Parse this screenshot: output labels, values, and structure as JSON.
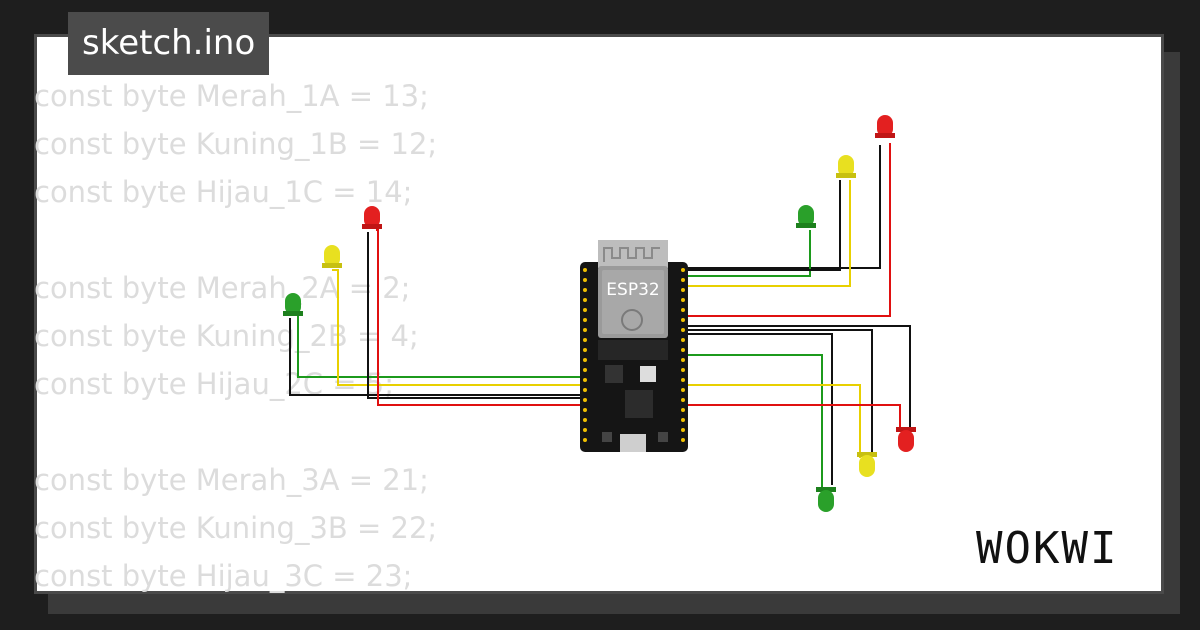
{
  "file_tab": {
    "label": "sketch.ino"
  },
  "code_lines": [
    "const byte Merah_1A = 13;",
    "const byte Kuning_1B = 12;",
    "const byte Hijau_1C = 14;",
    "",
    "const byte Merah_2A = 2;",
    "const byte Kuning_2B = 4;",
    "const byte Hijau_2C = 5;",
    "",
    "const byte Merah_3A = 21;",
    "const byte Kuning_3B = 22;",
    "const byte Hijau_3C = 23;"
  ],
  "board": {
    "label": "ESP32"
  },
  "brand": {
    "logo_text": "WOKWI"
  },
  "colors": {
    "led_red": "#e32020",
    "led_yellow": "#e8e020",
    "led_green": "#2aa02a",
    "wire_black": "#111111",
    "wire_green": "#1c9a1c",
    "wire_yellow": "#e8d000",
    "wire_red": "#e01010"
  }
}
